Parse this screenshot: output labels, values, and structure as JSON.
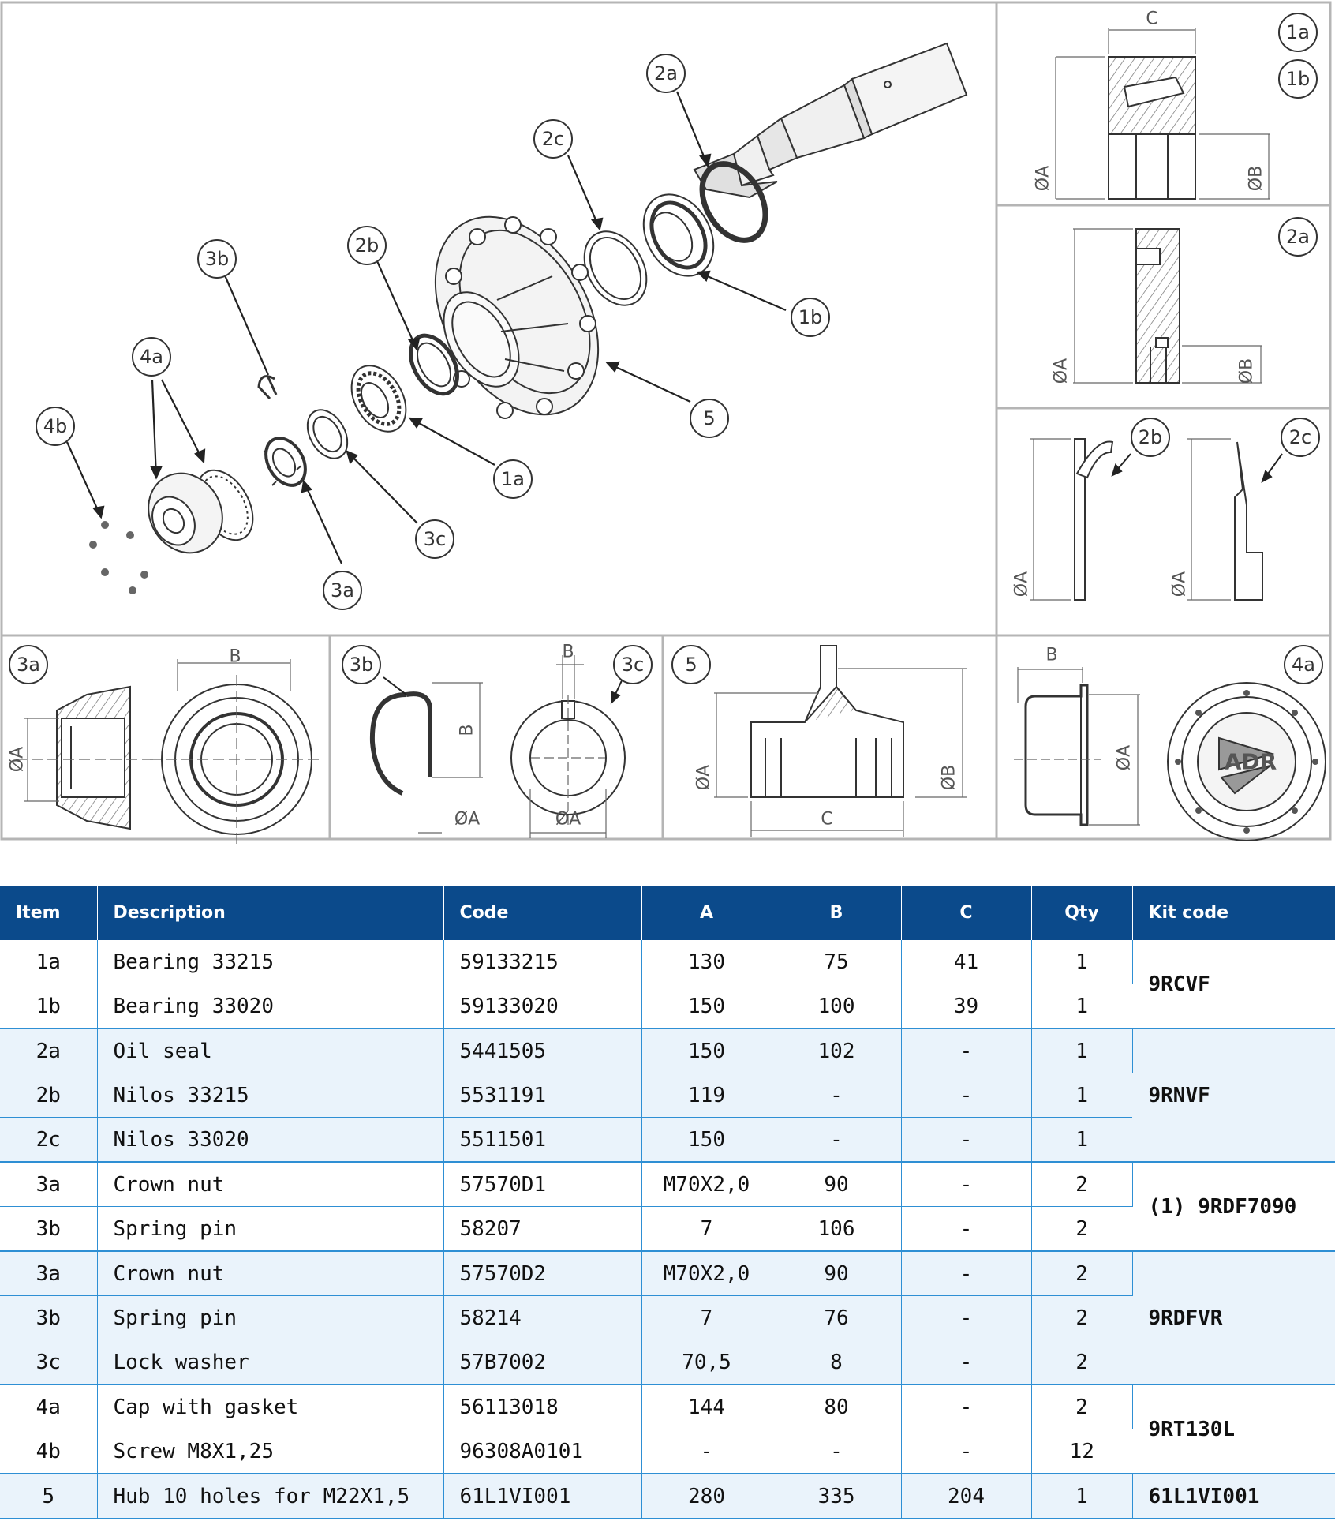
{
  "figure": {
    "exploded_callouts": [
      "2a",
      "2c",
      "1b",
      "2b",
      "3b",
      "4a",
      "4b",
      "5",
      "1a",
      "3c",
      "3a"
    ],
    "detail_views": {
      "bearing": {
        "labels": [
          "1a",
          "1b"
        ],
        "dims": [
          "C",
          "ØA",
          "ØB"
        ]
      },
      "oil_seal": {
        "labels": [
          "2a"
        ],
        "dims": [
          "ØA",
          "ØB"
        ]
      },
      "nilos": {
        "labels": [
          "2b",
          "2c"
        ],
        "dims": [
          "ØA",
          "ØA"
        ]
      },
      "crown_nut": {
        "labels": [
          "3a"
        ],
        "dims": [
          "B",
          "ØA"
        ]
      },
      "pin_washer": {
        "labels": [
          "3b",
          "3c"
        ],
        "dims": [
          "B",
          "B",
          "ØA",
          "ØA"
        ]
      },
      "hub": {
        "labels": [
          "5"
        ],
        "dims": [
          "ØA",
          "ØB",
          "C"
        ]
      },
      "cap": {
        "labels": [
          "4a"
        ],
        "dims": [
          "B",
          "ØA"
        ],
        "logo": "ADR"
      }
    }
  },
  "table": {
    "headers": {
      "item": "Item",
      "description": "Description",
      "code": "Code",
      "a": "A",
      "b": "B",
      "c": "C",
      "qty": "Qty",
      "kit": "Kit code"
    },
    "rows": [
      {
        "item": "1a",
        "description": "Bearing 33215",
        "code": "59133215",
        "a": "130",
        "b": "75",
        "c": "41",
        "qty": "1"
      },
      {
        "item": "1b",
        "description": "Bearing 33020",
        "code": "59133020",
        "a": "150",
        "b": "100",
        "c": "39",
        "qty": "1"
      },
      {
        "item": "2a",
        "description": "Oil seal",
        "code": "5441505",
        "a": "150",
        "b": "102",
        "c": "-",
        "qty": "1"
      },
      {
        "item": "2b",
        "description": "Nilos 33215",
        "code": "5531191",
        "a": "119",
        "b": "-",
        "c": "-",
        "qty": "1"
      },
      {
        "item": "2c",
        "description": "Nilos 33020",
        "code": "5511501",
        "a": "150",
        "b": "-",
        "c": "-",
        "qty": "1"
      },
      {
        "item": "3a",
        "description": "Crown nut",
        "code": "57570D1",
        "a": "M70X2,0",
        "b": "90",
        "c": "-",
        "qty": "2"
      },
      {
        "item": "3b",
        "description": "Spring pin",
        "code": "58207",
        "a": "7",
        "b": "106",
        "c": "-",
        "qty": "2"
      },
      {
        "item": "3a",
        "description": "Crown nut",
        "code": "57570D2",
        "a": "M70X2,0",
        "b": "90",
        "c": "-",
        "qty": "2"
      },
      {
        "item": "3b",
        "description": "Spring pin",
        "code": "58214",
        "a": "7",
        "b": "76",
        "c": "-",
        "qty": "2"
      },
      {
        "item": "3c",
        "description": "Lock washer",
        "code": "57B7002",
        "a": "70,5",
        "b": "8",
        "c": "-",
        "qty": "2"
      },
      {
        "item": "4a",
        "description": "Cap with gasket",
        "code": "56113018",
        "a": "144",
        "b": "80",
        "c": "-",
        "qty": "2"
      },
      {
        "item": "4b",
        "description": "Screw M8X1,25",
        "code": "96308A0101",
        "a": "-",
        "b": "-",
        "c": "-",
        "qty": "12"
      },
      {
        "item": "5",
        "description": "Hub 10 holes for M22X1,5",
        "code": "61L1VI001",
        "a": "280",
        "b": "335",
        "c": "204",
        "qty": "1"
      }
    ],
    "kits": [
      "9RCVF",
      "9RNVF",
      "(1) 9RDF7090",
      "9RDFVR",
      "9RT130L",
      "61L1VI001"
    ]
  },
  "colors": {
    "header_bg": "#0b4a8b",
    "grid": "#2e8fd4",
    "row_shade": "#eaf3fb",
    "drawing": "#333333",
    "frame": "#b5b5b5"
  }
}
